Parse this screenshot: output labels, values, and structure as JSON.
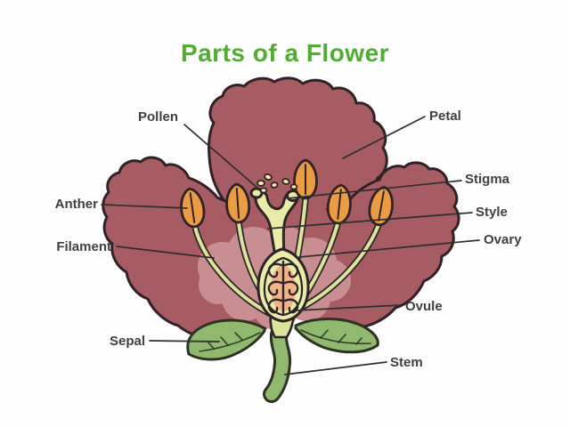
{
  "title": "Parts of a Flower",
  "diagram": {
    "subject": "flower-parts-cross-section",
    "labels": [
      {
        "id": "pollen",
        "text": "Pollen"
      },
      {
        "id": "petal",
        "text": "Petal"
      },
      {
        "id": "anther",
        "text": "Anther"
      },
      {
        "id": "stigma",
        "text": "Stigma"
      },
      {
        "id": "style",
        "text": "Style"
      },
      {
        "id": "ovary",
        "text": "Ovary"
      },
      {
        "id": "filament",
        "text": "Filament"
      },
      {
        "id": "ovule",
        "text": "Ovule"
      },
      {
        "id": "sepal",
        "text": "Sepal"
      },
      {
        "id": "stem",
        "text": "Stem"
      }
    ]
  },
  "colors": {
    "background": "#fdfdfd",
    "title_green": "#50ad32",
    "label_text": "#404040",
    "leader_line": "#2f2f2f",
    "petal": "#a75b62",
    "petal_highlight": "#c88e92",
    "outline_dark": "#2f2327",
    "anther_orange": "#eb9b41",
    "filament_green": "#dbe59a",
    "pistil_green": "#e7eda9",
    "pollen_yellow": "#f2eaaa",
    "ovule_peach": "#f1b287",
    "leaf_green": "#90b96f",
    "leaf_outline": "#2c3322"
  }
}
